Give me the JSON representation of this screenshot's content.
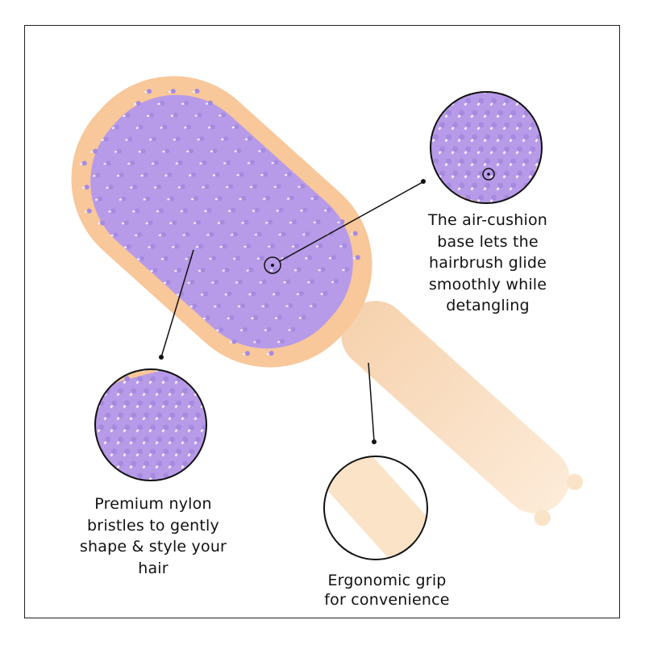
{
  "callouts": {
    "air_cushion": {
      "lines": [
        "The air-cushion",
        "base lets the",
        "hairbrush glide",
        "smoothly while",
        "detangling"
      ]
    },
    "bristles": {
      "lines": [
        "Premium nylon",
        "bristles to gently",
        "shape & style your",
        "hair"
      ]
    },
    "grip": {
      "lines": [
        "Ergonomic grip",
        "for convenience"
      ]
    }
  },
  "colors": {
    "body": "#f8c79a",
    "handle": "#fbe3c8",
    "pad": "#b79be8",
    "bristle_tip": "#a68ae0",
    "line": "#111111"
  }
}
